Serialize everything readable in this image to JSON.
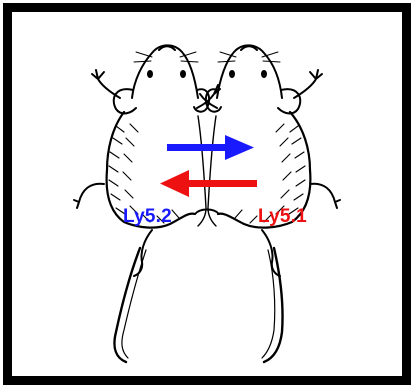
{
  "figure": {
    "left_label": "Ly5.2",
    "right_label": "Ly5.1",
    "left_color": "#1a1aff",
    "right_color": "#ee1111",
    "line_color": "#000000",
    "top_arrow_color": "#1a1aff",
    "bottom_arrow_color": "#ee1111",
    "subject_icon": "conjoined-mice-illustration"
  }
}
